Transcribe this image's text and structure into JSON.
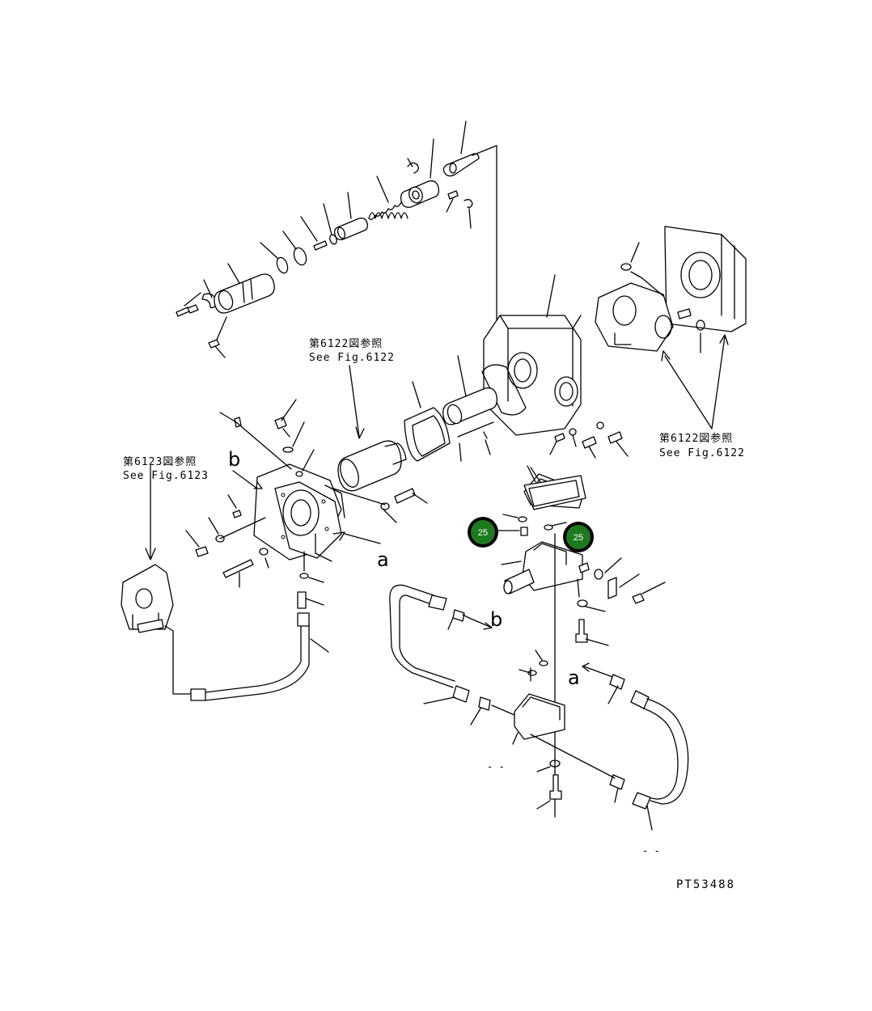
{
  "references": {
    "fig6122_top_jp": "第6122図参照",
    "fig6122_top_en": "See Fig.6122",
    "fig6123_jp": "第6123図参照",
    "fig6123_en": "See Fig.6123",
    "fig6122_right_jp": "第6122図参照",
    "fig6122_right_en": "See Fig.6122"
  },
  "letters": {
    "a_left": "a",
    "b_left": "b",
    "b_right": "b",
    "a_right": "a"
  },
  "callouts": [
    {
      "label": "25"
    },
    {
      "label": "25"
    }
  ],
  "dashes": {
    "left": "- -",
    "right": "- -"
  },
  "drawing_code": "PT53488",
  "colors": {
    "callout_fill": "#1e7a1e",
    "callout_ring": "#000000",
    "line": "#000000"
  }
}
